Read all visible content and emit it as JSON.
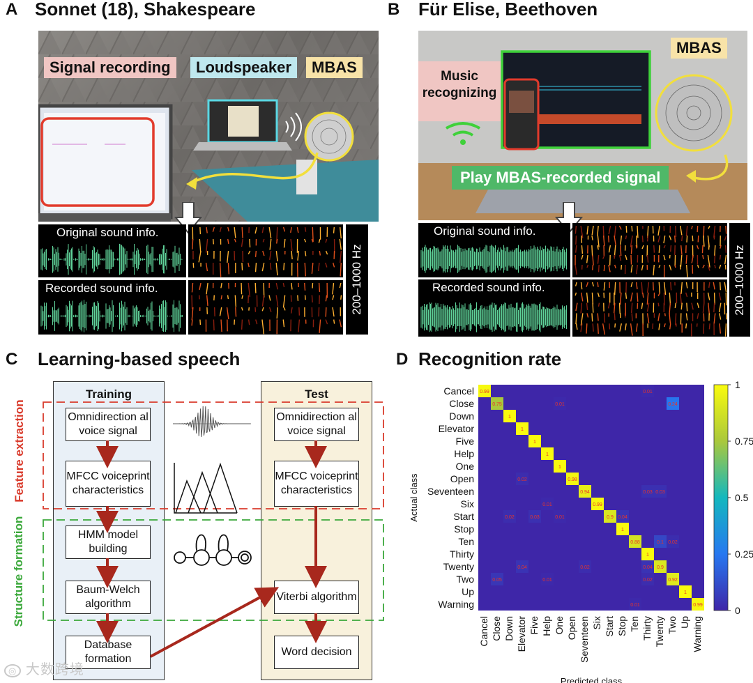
{
  "panels": {
    "A": {
      "label": "A",
      "title": "Sonnet (18), Shakespeare",
      "tags": {
        "signal": "Signal recording",
        "speaker": "Loudspeaker",
        "mbas": "MBAS"
      },
      "original": "Original sound info.",
      "recorded": "Recorded sound info.",
      "freq": "200–1000 Hz"
    },
    "B": {
      "label": "B",
      "title": "Für Elise, Beethoven",
      "tags": {
        "music": "Music recognizing",
        "mbas": "MBAS",
        "play": "Play MBAS-recorded signal"
      },
      "original": "Original sound info.",
      "recorded": "Recorded sound info.",
      "freq": "200–1000 Hz"
    },
    "C": {
      "label": "C",
      "title": "Learning-based speech",
      "training_head": "Training",
      "test_head": "Test",
      "feature_label": "Feature extraction",
      "structure_label": "Structure formation",
      "training_steps": [
        "Omnidirection al voice signal",
        "MFCC voiceprint characteristics",
        "HMM model building",
        "Baum-Welch algorithm",
        "Database formation"
      ],
      "test_steps": [
        "Omnidirection al voice signal",
        "MFCC voiceprint characteristics",
        "Viterbi algorithm",
        "Word decision"
      ]
    },
    "D": {
      "label": "D",
      "title": "Recognition rate"
    }
  },
  "watermark": "大数跨境",
  "colors": {
    "feature": "#d93a2b",
    "structure": "#3aa83a",
    "arrow": "#a8281d",
    "training_bg": "#e9f0f7",
    "test_bg": "#f8f1dc",
    "waveform": "#5fd39a"
  },
  "chart_data": {
    "type": "heatmap",
    "title": "Recognition rate",
    "xlabel": "Predicted class",
    "ylabel": "Actual class",
    "classes": [
      "Cancel",
      "Close",
      "Down",
      "Elevator",
      "Five",
      "Help",
      "One",
      "Open",
      "Seventeen",
      "Six",
      "Start",
      "Stop",
      "Ten",
      "Thirty",
      "Twenty",
      "Two",
      "Up",
      "Warning"
    ],
    "cells": [
      [
        0,
        0,
        0.99
      ],
      [
        0,
        13,
        0.01
      ],
      [
        1,
        1,
        0.75
      ],
      [
        1,
        6,
        0.01
      ],
      [
        1,
        15,
        0.24
      ],
      [
        2,
        2,
        1
      ],
      [
        3,
        3,
        1
      ],
      [
        4,
        4,
        1
      ],
      [
        5,
        5,
        1
      ],
      [
        6,
        6,
        1
      ],
      [
        7,
        3,
        0.02
      ],
      [
        7,
        7,
        0.98
      ],
      [
        8,
        8,
        0.94
      ],
      [
        8,
        13,
        0.03
      ],
      [
        8,
        14,
        0.03
      ],
      [
        9,
        5,
        0.01
      ],
      [
        9,
        9,
        0.99
      ],
      [
        10,
        2,
        0.02
      ],
      [
        10,
        4,
        0.03
      ],
      [
        10,
        6,
        0.01
      ],
      [
        10,
        10,
        0.9
      ],
      [
        10,
        11,
        0.04
      ],
      [
        11,
        11,
        1
      ],
      [
        12,
        12,
        0.88
      ],
      [
        12,
        14,
        0.1
      ],
      [
        12,
        15,
        0.02
      ],
      [
        13,
        13,
        1
      ],
      [
        14,
        3,
        0.04
      ],
      [
        14,
        8,
        0.02
      ],
      [
        14,
        13,
        0.04
      ],
      [
        14,
        14,
        0.9
      ],
      [
        15,
        1,
        0.05
      ],
      [
        15,
        5,
        0.01
      ],
      [
        15,
        13,
        0.02
      ],
      [
        15,
        15,
        0.92
      ],
      [
        16,
        16,
        1
      ],
      [
        17,
        12,
        0.01
      ],
      [
        17,
        17,
        0.99
      ]
    ],
    "colorbar": {
      "min": 0,
      "max": 1,
      "ticks": [
        "0",
        "0.25",
        "0.5",
        "0.75",
        "1"
      ]
    }
  }
}
